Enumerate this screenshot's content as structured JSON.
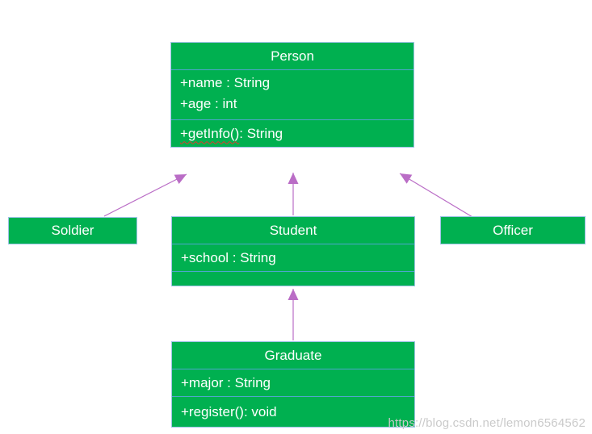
{
  "diagram": {
    "kind": "uml-class-diagram",
    "topic": "Person inheritance hierarchy"
  },
  "classes": {
    "person": {
      "title": "Person",
      "attributes": [
        "+name : String",
        "+age : int"
      ],
      "methods": [
        {
          "name": "+getInfo()",
          "rest": " : String",
          "spellcheck_underline": true
        }
      ]
    },
    "soldier": {
      "title": "Soldier"
    },
    "student": {
      "title": "Student",
      "attributes": [
        "+school : String"
      ]
    },
    "officer": {
      "title": "Officer"
    },
    "graduate": {
      "title": "Graduate",
      "attributes": [
        "+major : String"
      ],
      "methods": [
        {
          "name": "+register()",
          "rest": " : void",
          "spellcheck_underline": false
        }
      ]
    }
  },
  "relationships": [
    {
      "from": "Soldier",
      "to": "Person",
      "type": "inheritance"
    },
    {
      "from": "Student",
      "to": "Person",
      "type": "inheritance"
    },
    {
      "from": "Officer",
      "to": "Person",
      "type": "inheritance"
    },
    {
      "from": "Graduate",
      "to": "Student",
      "type": "inheritance"
    }
  ],
  "watermark": {
    "text": "https://blog.csdn.net/lemon6564562"
  },
  "colors": {
    "box_fill": "#00B050",
    "box_border": "#9DC3E6",
    "compartment_divider": "#4EA6CE",
    "arrow": "#BA6DC6",
    "text": "#FFFFFF",
    "spellcheck_squiggle": "#E03A2F",
    "watermark_text": "#CACACA",
    "background": "#FFFFFF"
  }
}
